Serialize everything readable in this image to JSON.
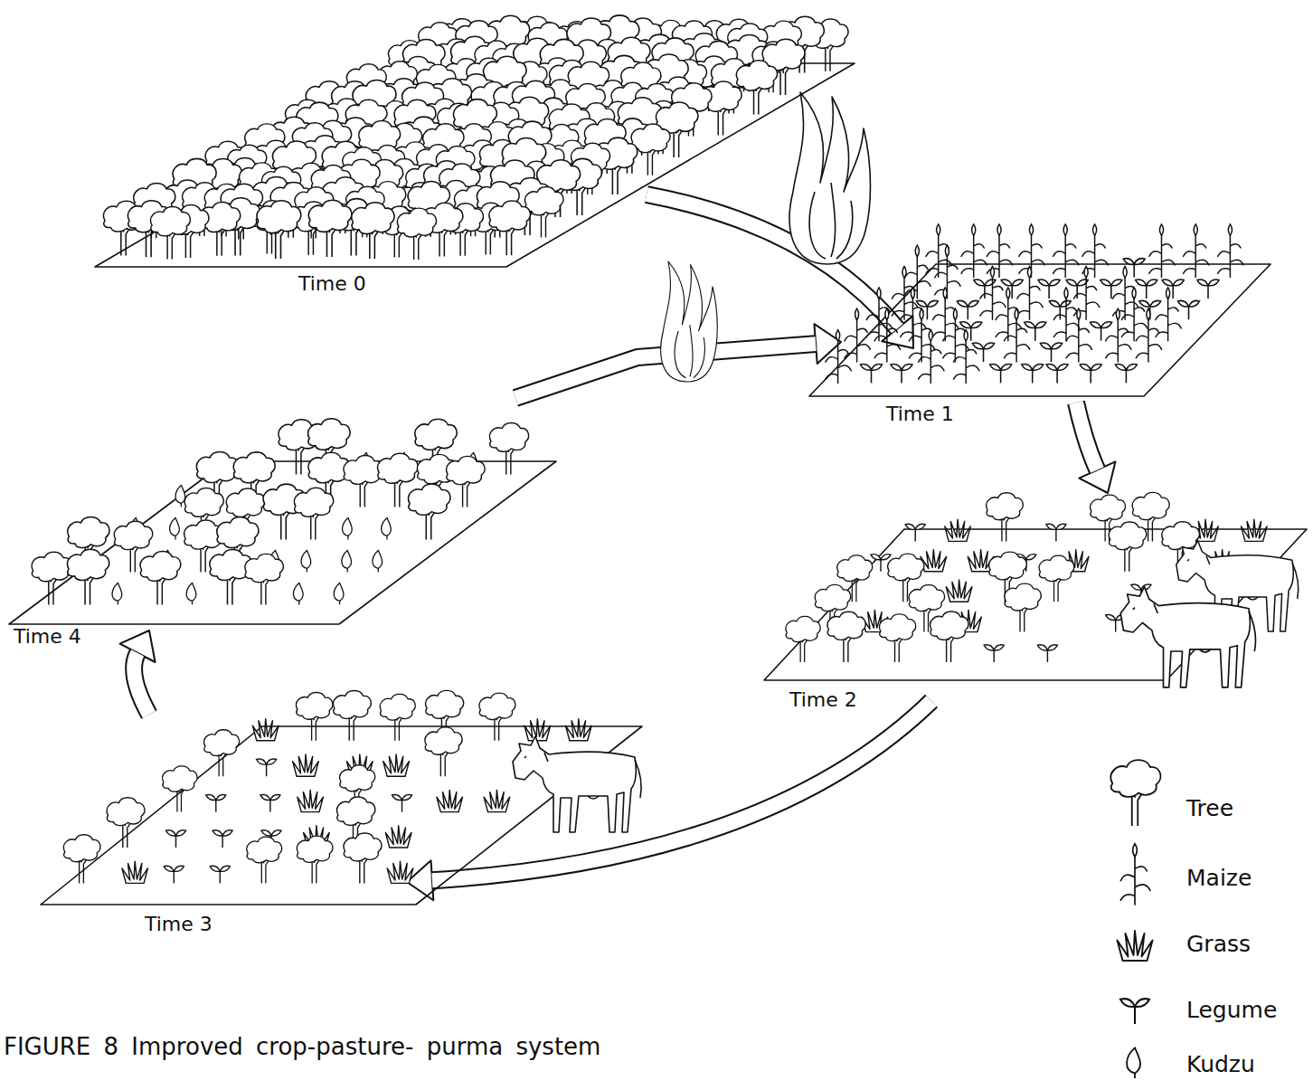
{
  "diagram": {
    "caption": "FIGURE 8 Improved crop-pasture- purma system",
    "nodes": [
      {
        "text": [
          "Time 0"
        ]
      },
      {
        "text": [
          "Time 1"
        ]
      },
      {
        "text": [
          "Time 2"
        ]
      },
      {
        "text": [
          "Time 3"
        ]
      },
      {
        "text": [
          "Time 4"
        ]
      }
    ],
    "edges": [
      {
        "from": 0,
        "to": 1,
        "arrow": "to"
      },
      {
        "from": 1,
        "to": 2,
        "arrow": "to"
      },
      {
        "from": 2,
        "to": 3,
        "arrow": "to"
      },
      {
        "from": 3,
        "to": 4,
        "arrow": "to"
      },
      {
        "from": 4,
        "to": 1,
        "arrow": "to"
      }
    ],
    "legend": [
      {
        "text": "Tree"
      },
      {
        "text": "Maize"
      },
      {
        "text": "Grass"
      },
      {
        "text": "Legume"
      },
      {
        "text": "Kudzu"
      }
    ]
  }
}
